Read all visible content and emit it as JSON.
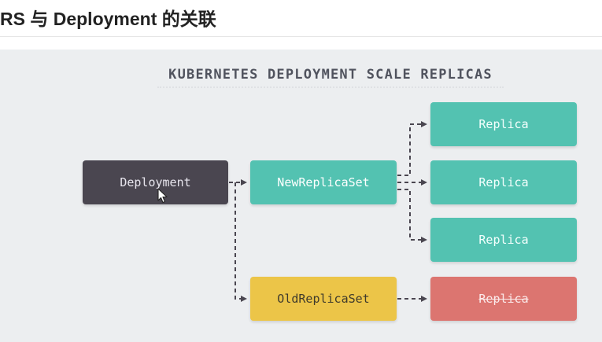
{
  "heading": {
    "text": "RS 与 Deployment  的关联"
  },
  "diagram": {
    "title": "KUBERNETES DEPLOYMENT SCALE REPLICAS",
    "nodes": {
      "deployment": "Deployment",
      "new_replica_set": "NewReplicaSet",
      "old_replica_set": "OldReplicaSet",
      "new_replicas": [
        "Replica",
        "Replica",
        "Replica"
      ],
      "old_replica": "Replica"
    },
    "colors": {
      "deployment": "#4a4650",
      "new": "#53c2b1",
      "old_replica_set": "#ecc548",
      "old_replica": "#dc7570",
      "background": "#eceef0",
      "connector": "#4a4650"
    },
    "old_replica_status": "struck-through",
    "connector_style": "dashed-arrow"
  },
  "cursor": {
    "icon": "mouse-pointer-icon"
  }
}
